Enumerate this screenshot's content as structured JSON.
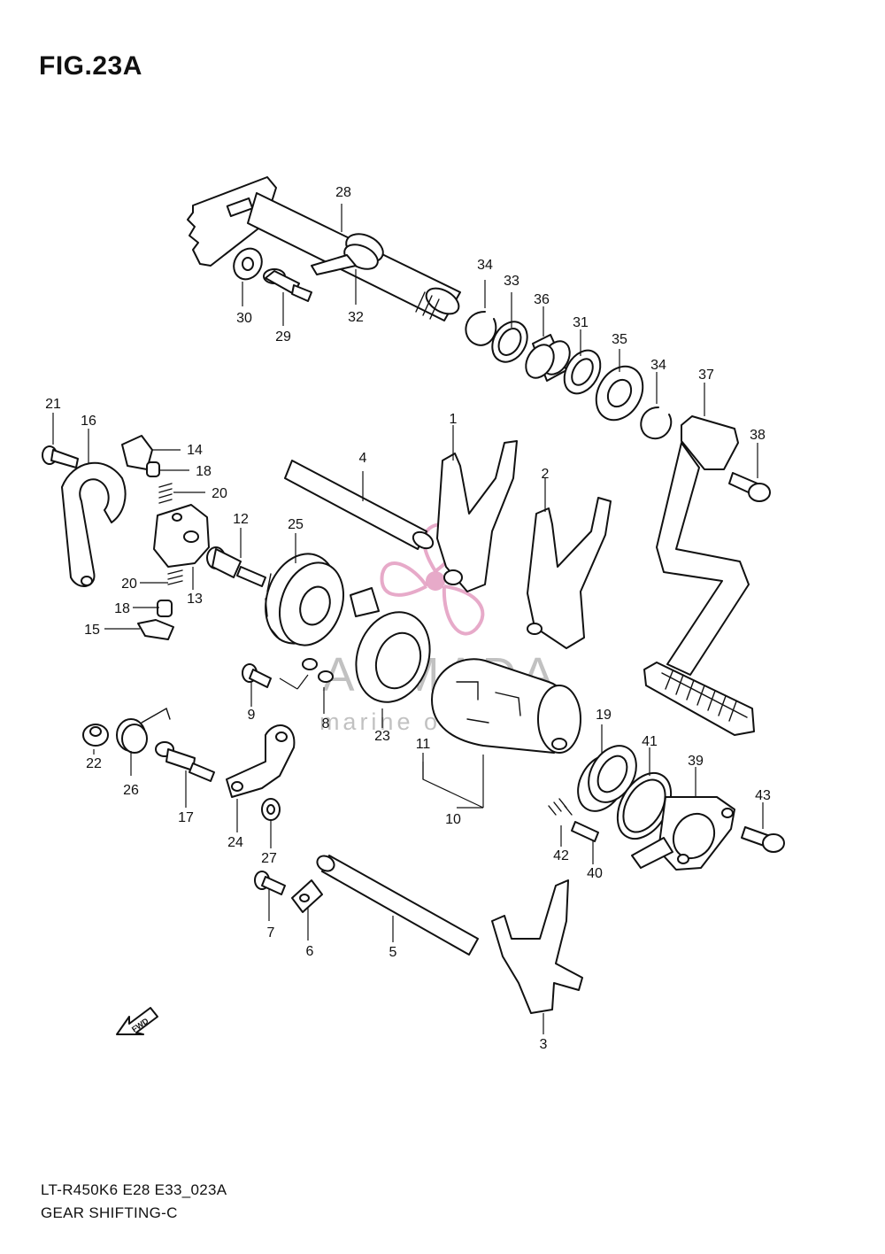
{
  "figure": {
    "title": "FIG.23A"
  },
  "footer": {
    "code": "LT-R450K6 E28 E33_023A",
    "section": "GEAR SHIFTING-C"
  },
  "watermark": {
    "brand": "ARMADA",
    "tagline": "marine outboards",
    "color": "#e4a1c3"
  },
  "direction_marker": {
    "label": "FWD"
  },
  "callouts": {
    "n1": "1",
    "n2": "2",
    "n3": "3",
    "n4": "4",
    "n5": "5",
    "n6": "6",
    "n7": "7",
    "n8": "8",
    "n9": "9",
    "n10": "10",
    "n11": "11",
    "n12": "12",
    "n13": "13",
    "n14": "14",
    "n15": "15",
    "n16": "16",
    "n17": "17",
    "n18a": "18",
    "n18b": "18",
    "n19": "19",
    "n20a": "20",
    "n20b": "20",
    "n21": "21",
    "n22": "22",
    "n23": "23",
    "n24": "24",
    "n25": "25",
    "n26": "26",
    "n27": "27",
    "n28": "28",
    "n29": "29",
    "n30": "30",
    "n31": "31",
    "n32": "32",
    "n33": "33",
    "n34a": "34",
    "n34b": "34",
    "n35": "35",
    "n36": "36",
    "n37": "37",
    "n38": "38",
    "n39": "39",
    "n40": "40",
    "n41": "41",
    "n42": "42",
    "n43": "43"
  }
}
